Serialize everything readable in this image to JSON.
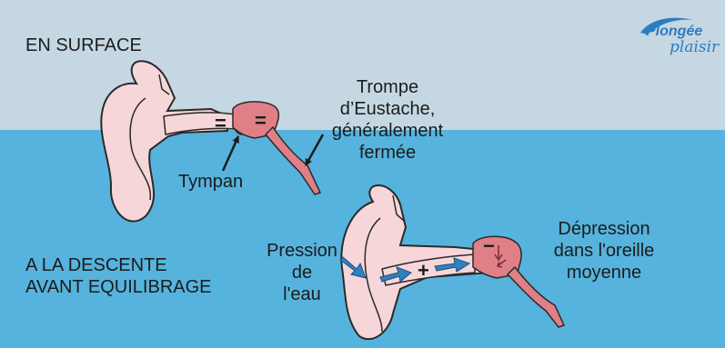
{
  "labels": {
    "surface": "EN SURFACE",
    "trompe_line1": "Trompe",
    "trompe_line2": "d’Eustache,",
    "trompe_line3": "généralement",
    "trompe_line4": "fermée",
    "tympan": "Tympan",
    "descente_line1": "A LA DESCENTE",
    "descente_line2": "AVANT EQUILIBRAGE",
    "pression_line1": "Pression",
    "pression_line2": "de",
    "pression_line3": "l'eau",
    "depression_line1": "Dépression",
    "depression_line2": "dans l'oreille",
    "depression_line3": "moyenne"
  },
  "symbols": {
    "equal_outer": "=",
    "equal_inner": "=",
    "plus": "+",
    "minus": "−"
  },
  "logo": {
    "line1": "Plongée",
    "line2": "plaisir"
  },
  "colors": {
    "sky": "#c5d7e2",
    "water": "#56b3dd",
    "skin": "#f6d6d9",
    "outline": "#2a2a2a",
    "middle_ear": "#e07f86",
    "arrow": "#2f82c2",
    "logo": "#2f7cc0"
  }
}
